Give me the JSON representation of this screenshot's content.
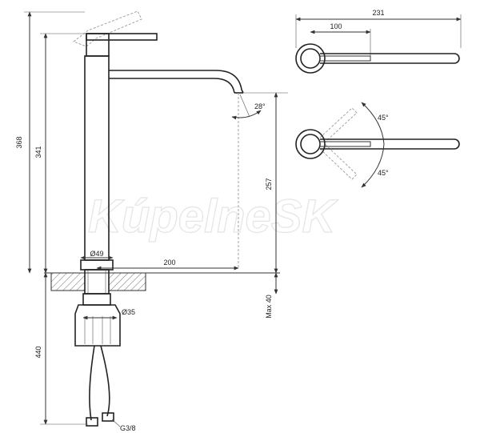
{
  "watermark": "KúpelneSK",
  "dimensions": {
    "total_height": "368",
    "body_height": "341",
    "spout_height": "257",
    "reach": "200",
    "base_diameter": "Ø49",
    "shank_diameter": "Ø35",
    "max_thickness": "Max 40",
    "hose_length": "440",
    "connection": "G3/8",
    "spout_angle": "28°",
    "top_width": "231",
    "handle_offset": "100",
    "angle_upper": "45°",
    "angle_lower": "45°"
  }
}
